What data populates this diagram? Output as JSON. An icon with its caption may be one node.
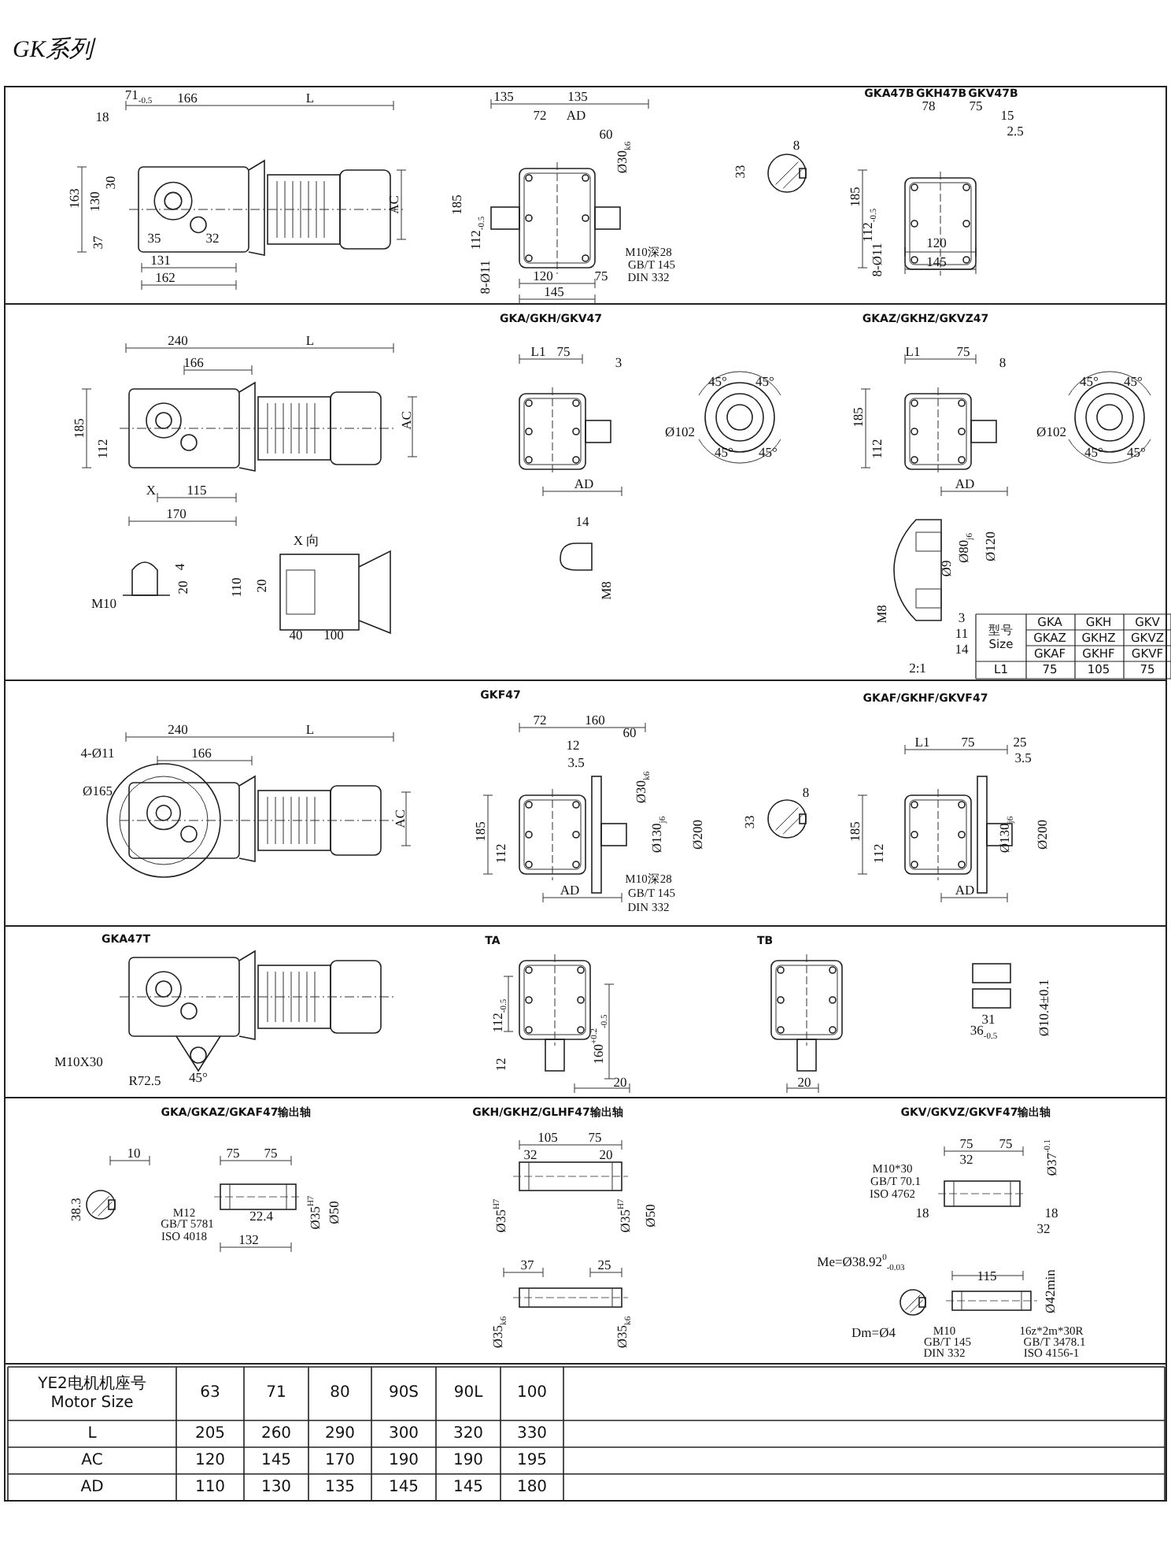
{
  "diagram": {
    "title": "GK系列",
    "labels": [
      "71$_{-0.5}$",
      "166",
      "L",
      "18",
      "30",
      "163",
      "130",
      "37",
      "35",
      "32",
      "131",
      "162",
      "AC",
      "135",
      "135",
      "72",
      "AD",
      "60",
      "Ø30$_{k6}$",
      "185",
      "112$_{-0.5}$",
      "M10深28",
      "GB/T 145",
      "DIN 332",
      "8-Ø11",
      "120",
      "75",
      "145",
      "8",
      "33",
      "GKA47B",
      "GKH47B",
      "GKV47B",
      "78",
      "75",
      "15",
      "2.5",
      "185",
      "112$_{-0.5}$",
      "8-Ø11",
      "120",
      "145",
      "240",
      "L",
      "166",
      "185",
      "112",
      "AC",
      "X",
      "115",
      "170",
      "GKA/GKH/GKV47",
      "L1",
      "75",
      "3",
      "AD",
      "45°",
      "45°",
      "Ø102",
      "45°",
      "45°",
      "GKAZ/GKHZ/GKVZ47",
      "L1",
      "75",
      "8",
      "185",
      "112",
      "AD",
      "45°",
      "45°",
      "Ø102",
      "45°",
      "45°",
      "14",
      "M8",
      "4",
      "20",
      "M10",
      "X 向",
      "110",
      "20",
      "40",
      "100",
      "Ø9",
      "Ø80$_{j6}$",
      "Ø120",
      "M8",
      "3",
      "11",
      "14",
      "2:1",
      "型号 Size",
      "GKA",
      "GKH",
      "GKV",
      "GKAZ",
      "GKHZ",
      "GKVZ",
      "GKAF",
      "GKHF",
      "GKVF",
      "L1",
      "75",
      "105",
      "75",
      "240",
      "L",
      "4-Ø11",
      "166",
      "Ø165",
      "AC",
      "GKF47",
      "72",
      "160",
      "60",
      "12",
      "3.5",
      "Ø30$_{k6}$",
      "Ø130$_{j6}$",
      "Ø200",
      "185",
      "112",
      "AD",
      "M10深28",
      "GB/T 145",
      "DIN 332",
      "8",
      "33",
      "GKAF/GKHF/GKVF47",
      "L1",
      "75",
      "25",
      "3.5",
      "185",
      "112",
      "Ø130$_{j6}$",
      "Ø200",
      "AD",
      "GKA47T",
      "M10X30",
      "R72.5",
      "45°",
      "TA",
      "112$_{-0.5}$",
      "12",
      "160$^{+0.2}$$_{-0.5}$",
      "20",
      "TB",
      "20",
      "31",
      "36$_{-0.5}$",
      "Ø10.4±0.1",
      "GKA/GKAZ/GKAF47输出轴",
      "10",
      "38.3",
      "75",
      "75",
      "M12",
      "GB/T 5781",
      "ISO 4018",
      "22.4",
      "132",
      "Ø35$^{H7}$",
      "Ø50",
      "GKH/GKHZ/GLHF47输出轴",
      "105",
      "75",
      "32",
      "20",
      "Ø35$^{H7}$",
      "Ø35$^{H7}$",
      "Ø50",
      "37",
      "25",
      "Ø35$_{k6}$",
      "Ø35$_{k6}$",
      "GKV/GKVZ/GKVF47输出轴",
      "75",
      "75",
      "32",
      "Ø37$^{-0.1}$",
      "M10*30",
      "GB/T 70.1",
      "ISO 4762",
      "18",
      "18",
      "32",
      "Me=Ø38.92$^{0}$$_{-0.03}$",
      "115",
      "Ø42min",
      "Dm=Ø4",
      "M10",
      "GB/T 145",
      "DIN 332",
      "16z*2m*30R",
      "GB/T 3478.1",
      "ISO 4156-1",
      "YE2电机机座号 Motor Size",
      "63",
      "71",
      "80",
      "90S",
      "90L",
      "100",
      "L",
      "205",
      "260",
      "290",
      "300",
      "320",
      "330",
      "AC",
      "120",
      "145",
      "170",
      "190",
      "190",
      "195",
      "AD",
      "110",
      "130",
      "135",
      "145",
      "145",
      "180"
    ]
  }
}
